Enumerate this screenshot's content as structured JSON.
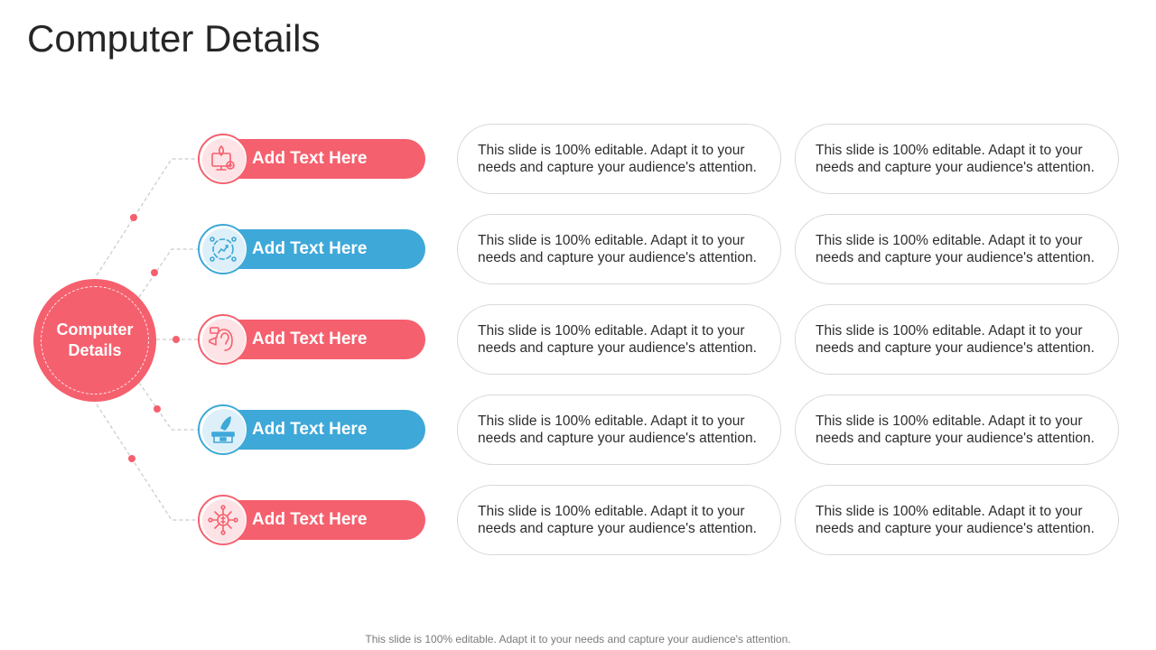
{
  "page": {
    "title": "Computer Details"
  },
  "hub": {
    "label": "Computer\nDetails"
  },
  "colors": {
    "red": "#f5606e",
    "blue": "#3ea8d8",
    "connector": "#c9c9c9"
  },
  "items": [
    {
      "label": "Add Text Here",
      "color": "red",
      "icon": "rocket-monitor-icon",
      "cards": [
        "This slide is 100% editable. Adapt it to your needs and capture your audience's attention.",
        "This slide is 100% editable. Adapt it to your needs and capture your audience's attention."
      ]
    },
    {
      "label": "Add Text Here",
      "color": "blue",
      "icon": "growth-cycle-icon",
      "cards": [
        "This slide is 100% editable. Adapt it to your needs and capture your audience's attention.",
        "This slide is 100% editable. Adapt it to your needs and capture your audience's attention."
      ]
    },
    {
      "label": "Add Text Here",
      "color": "red",
      "icon": "ear-megaphone-icon",
      "cards": [
        "This slide is 100% editable. Adapt it to your needs and capture your audience's attention.",
        "This slide is 100% editable. Adapt it to your needs and capture your audience's attention."
      ]
    },
    {
      "label": "Add Text Here",
      "color": "blue",
      "icon": "rocket-box-icon",
      "cards": [
        "This slide is 100% editable. Adapt it to your needs and capture your audience's attention.",
        "This slide is 100% editable. Adapt it to your needs and capture your audience's attention."
      ]
    },
    {
      "label": "Add Text Here",
      "color": "red",
      "icon": "dollar-network-icon",
      "cards": [
        "This slide is 100% editable. Adapt it to your needs and capture your audience's attention.",
        "This slide is 100% editable. Adapt it to your needs and capture your audience's attention."
      ]
    }
  ],
  "footer": {
    "text": "This slide is 100% editable. Adapt it to your needs and capture your audience's attention."
  }
}
